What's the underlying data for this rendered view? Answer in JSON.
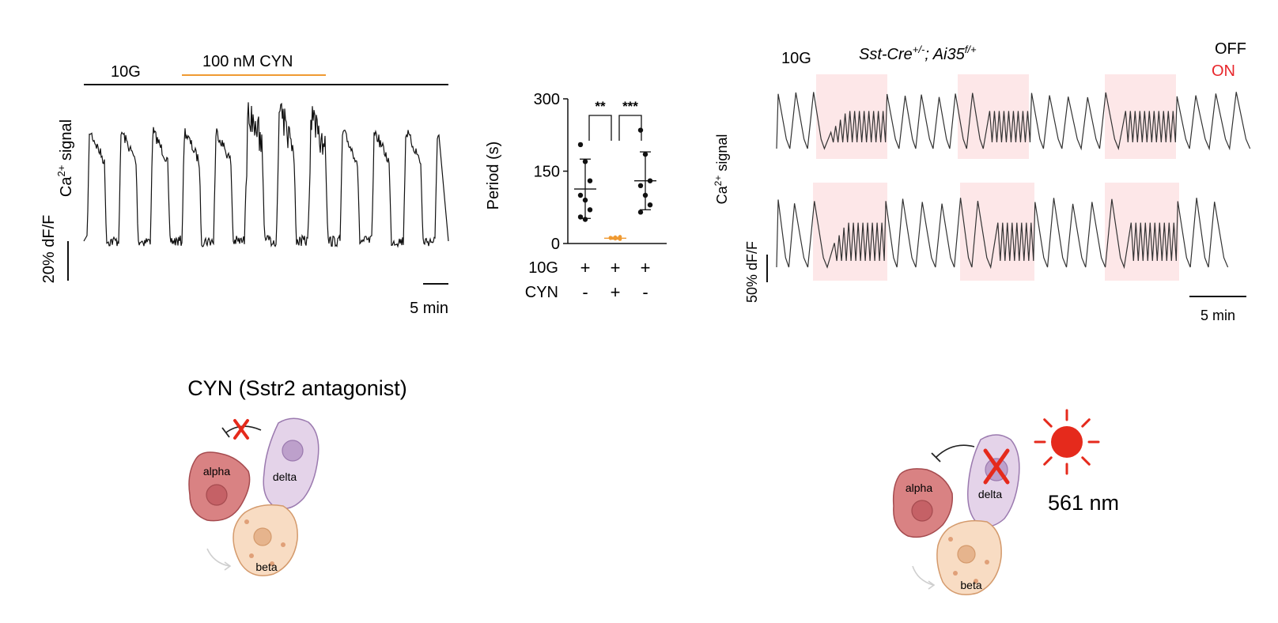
{
  "panel_left": {
    "cond_10g": "10G",
    "cond_drug": "100 nM CYN",
    "ylabel_signal": "Ca",
    "ylabel_sup": "2+",
    "ylabel_suffix": " signal",
    "scale_y": "20% dF/F",
    "scale_x": "5 min"
  },
  "panel_middle": {
    "ylabel": "Period (s)",
    "sig1": "**",
    "sig2": "***",
    "row1_label": "10G",
    "row2_label": "CYN",
    "row1_signs": [
      "+",
      "+",
      "+"
    ],
    "row2_signs": [
      "-",
      "+",
      "-"
    ]
  },
  "panel_right": {
    "cond_10g": "10G",
    "genotype_a": "Sst-Cre",
    "genotype_a_sup": "+/-",
    "genotype_b": "; Ai35",
    "genotype_b_sup": "f/+",
    "legend_off": "OFF",
    "legend_on": "ON",
    "ylabel_signal": "Ca",
    "ylabel_sup": "2+",
    "ylabel_suffix": " signal",
    "scale_y": "50% dF/F",
    "scale_x": "5 min",
    "colors": {
      "on": "#e8262b",
      "shade": "#fde7e8"
    }
  },
  "schematic_left": {
    "title": "CYN (Sstr2 antagonist)",
    "alpha": "alpha",
    "delta": "delta",
    "beta": "beta"
  },
  "schematic_right": {
    "alpha": "alpha",
    "delta": "delta",
    "beta": "beta",
    "wavelength": "561 nm"
  },
  "chart_data": {
    "type": "scatter",
    "ylabel": "Period (s)",
    "ylim": [
      0,
      300
    ],
    "yticks": [
      0,
      150,
      300
    ],
    "categories": [
      "10G",
      "10G + CYN",
      "10G"
    ],
    "series": [
      {
        "points": [
          205,
          170,
          130,
          100,
          90,
          70,
          55,
          50
        ],
        "mean": 113,
        "sd_low": 52,
        "sd_high": 175
      },
      {
        "points": [
          12,
          10,
          14,
          11,
          13,
          9,
          12
        ],
        "mean": 11,
        "sd_low": 9,
        "sd_high": 13
      },
      {
        "points": [
          235,
          185,
          130,
          120,
          100,
          80,
          65
        ],
        "mean": 130,
        "sd_low": 70,
        "sd_high": 190
      }
    ],
    "significance": [
      {
        "pair": [
          0,
          1
        ],
        "label": "**"
      },
      {
        "pair": [
          1,
          2
        ],
        "label": "***"
      }
    ]
  }
}
